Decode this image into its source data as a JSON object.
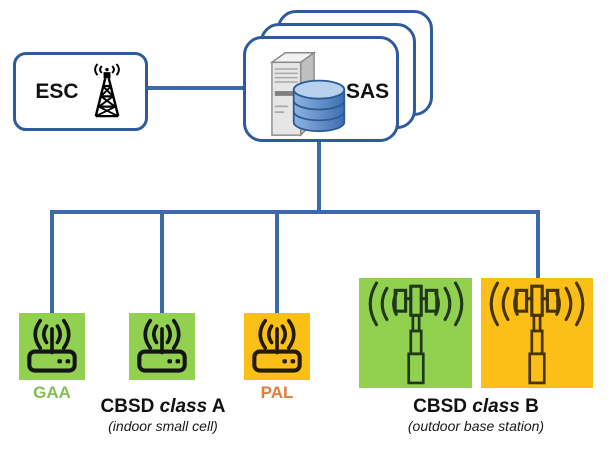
{
  "colors": {
    "border_blue": "#2e5b9d",
    "line_blue": "#3e68a8",
    "green": "#92d050",
    "orange": "#fbbf17",
    "gaa_text": "#84bd51",
    "pal_text": "#e07c3e"
  },
  "nodes": {
    "esc": {
      "label": "ESC"
    },
    "sas": {
      "label": "SAS"
    }
  },
  "devices": {
    "gaa": {
      "label": "GAA"
    },
    "pal": {
      "label": "PAL"
    },
    "class_a": {
      "title_prefix": "CBSD ",
      "title_italic": "class",
      "title_suffix": " A",
      "subtitle": "(indoor small cell)"
    },
    "class_b": {
      "title_prefix": "CBSD ",
      "title_italic": "class",
      "title_suffix": " B",
      "subtitle": "(outdoor base station)"
    }
  }
}
